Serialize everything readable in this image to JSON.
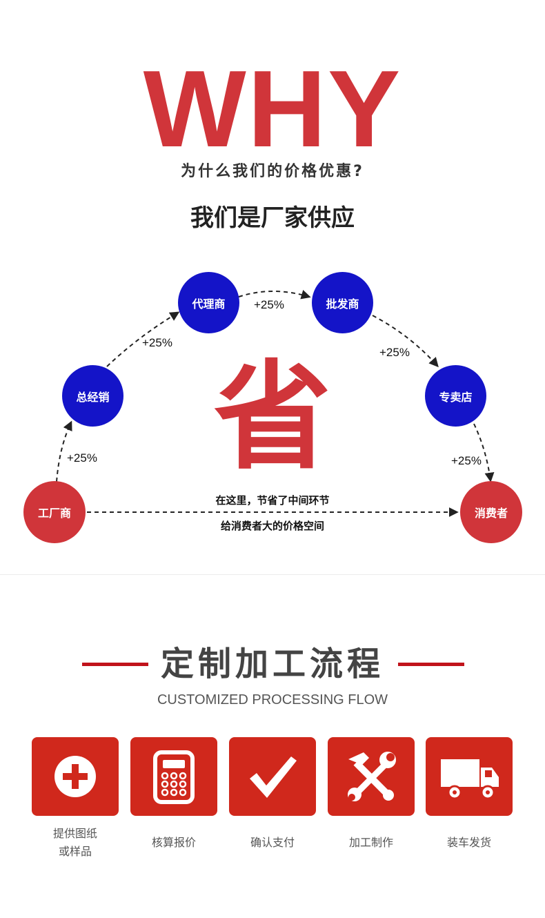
{
  "header": {
    "why": "WHY",
    "subtitle": "为什么我们的价格优惠?",
    "factory": "我们是厂家供应"
  },
  "chain": {
    "factory": "工厂商",
    "distributor": "总经销",
    "agent": "代理商",
    "wholesaler": "批发商",
    "store": "专卖店",
    "consumer": "消费者",
    "markup": "+25%",
    "save": "省",
    "note_line1": "在这里，节省了中间环节",
    "note_line2": "给消费者大的价格空间"
  },
  "process": {
    "title": "定制加工流程",
    "subtitle": "CUSTOMIZED PROCESSING FLOW",
    "steps": [
      {
        "label_line1": "提供图纸",
        "label_line2": "或样品",
        "icon": "plus-icon"
      },
      {
        "label_line1": "核算报价",
        "label_line2": "",
        "icon": "calculator-icon"
      },
      {
        "label_line1": "确认支付",
        "label_line2": "",
        "icon": "checkmark-icon"
      },
      {
        "label_line1": "加工制作",
        "label_line2": "",
        "icon": "tools-icon"
      },
      {
        "label_line1": "装车发货",
        "label_line2": "",
        "icon": "truck-icon"
      }
    ]
  },
  "colors": {
    "red": "#d0353a",
    "blue": "#1414c8",
    "tile_red": "#d0281c"
  }
}
